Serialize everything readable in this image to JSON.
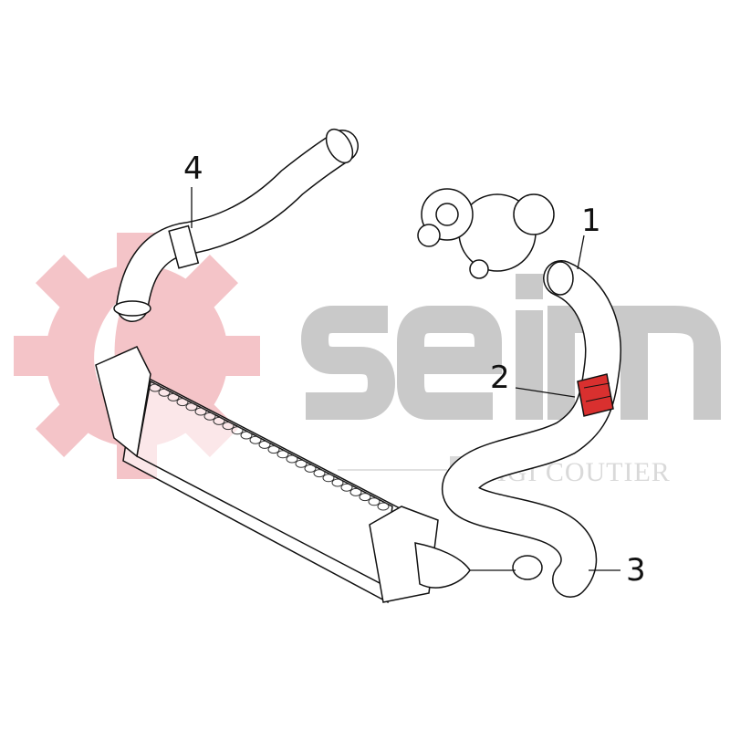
{
  "diagram": {
    "callouts": [
      {
        "id": "1",
        "label": "1"
      },
      {
        "id": "2",
        "label": "2"
      },
      {
        "id": "3",
        "label": "3"
      },
      {
        "id": "4",
        "label": "4"
      }
    ],
    "watermark": {
      "brand": "seim",
      "sub_brand": "MGI COUTIER"
    },
    "colors": {
      "gear": "#f4c4c8",
      "watermark_gray": "#c9c9c9",
      "highlight_clamp": "#d9302f",
      "line": "#111111"
    }
  }
}
